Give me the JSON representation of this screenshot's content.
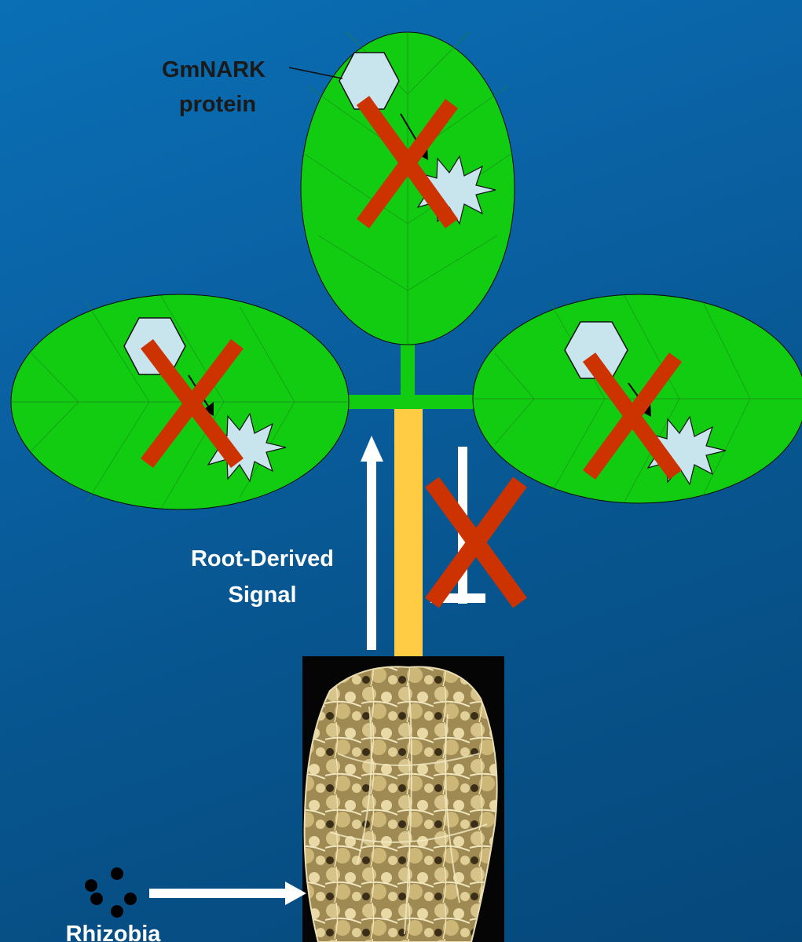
{
  "labels": {
    "protein_line1": "GmNARK",
    "protein_line2": "protein",
    "signal_line1": "Root-Derived",
    "signal_line2": "Signal",
    "rhizobia": "Rhizobia"
  },
  "colors": {
    "background": "#0a62a4",
    "leaf": "#11cc11",
    "stem": "#ffcc44",
    "x_mark": "#cc3300",
    "protein": "#c8e4ec",
    "arrow": "#ffffff"
  },
  "icons": {
    "protein": "hexagon",
    "signal_product": "starburst",
    "blocked": "x-mark",
    "rhizobia": "dot-cluster",
    "roots": "nodulated-root-photo"
  }
}
